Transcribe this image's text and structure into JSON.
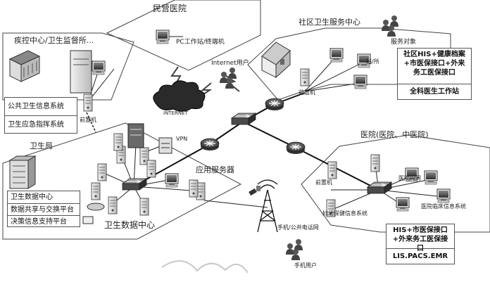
{
  "labels": {
    "private_hospital": "民营医院",
    "pc_station": "PC工作站/终端机",
    "internet_users": "Internet用户",
    "internet": "INTERNET",
    "community_center": "社区卫生服务中心",
    "service_object": "服务对象",
    "station": "站/所",
    "front_machine": "前置机",
    "cdc": "疾控中心/卫生监督所...",
    "health_bureau": "卫生局",
    "vpn": "VPN",
    "app_server": "应用服务器",
    "health_data_center": "卫生数据中心",
    "hospital_title": "医院(医院、中医院)",
    "hospital_intranet": "医院内网",
    "clinical_info": "医院临床信息系统",
    "maternal_child": "妇幼保健信息系统",
    "mobile_network": "手机/公共电话网",
    "mobile_users": "手机用户"
  },
  "boxes": {
    "public_health": [
      "公共卫生信息系统",
      "卫生应急指挥系统"
    ],
    "bureau_systems": [
      "卫生数据中心",
      "数据共享与交换平台",
      "决策信息支持平台"
    ],
    "community_systems": [
      "社区HIS+健康档案+市医保接口+外来务工医保接口",
      "全科医生工作站"
    ],
    "hospital_systems": [
      "HIS+市医保接口+外来务工医保接口",
      "LIS.PACS.EMR"
    ]
  },
  "icons": [
    "monitor-icon",
    "server-icon",
    "router-icon",
    "switch-icon",
    "users-icon",
    "house-icon",
    "building-icon",
    "cloud-icon",
    "antenna-icon",
    "firewall-icon"
  ]
}
